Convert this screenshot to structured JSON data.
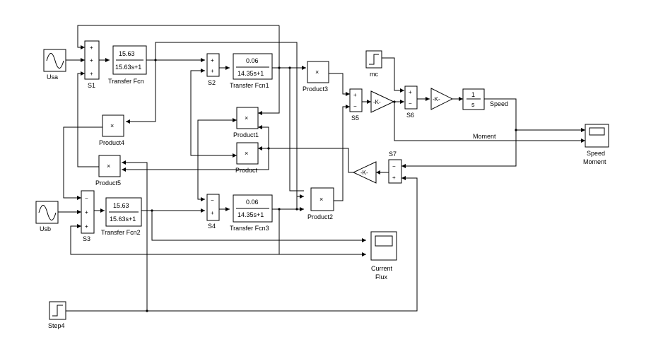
{
  "blocks": {
    "usa": "Usa",
    "usb": "Usb",
    "s1": "S1",
    "s2": "S2",
    "s3": "S3",
    "s4": "S4",
    "s5": "S5",
    "s6": "S6",
    "s7": "S7",
    "tf": "Transfer Fcn",
    "tf1": "Transfer Fcn1",
    "tf2": "Transfer Fcn2",
    "tf3": "Transfer Fcn3",
    "product": "Product",
    "product1": "Product1",
    "product2": "Product2",
    "product3": "Product3",
    "product4": "Product4",
    "product5": "Product5",
    "mc": "mc",
    "step4": "Step4",
    "speed_moment_1": "Speed",
    "speed_moment_2": "Moment",
    "current_flux_1": "Current",
    "current_flux_2": "Flux"
  },
  "transfer_functions": {
    "tf_num": "15.63",
    "tf_den": "15.63s+1",
    "tf1_num": "0.06",
    "tf1_den": "14.35s+1",
    "tf2_num": "15.63",
    "tf2_den": "15.63s+1",
    "tf3_num": "0.06",
    "tf3_den": "14.35s+1"
  },
  "gains": {
    "k1": "-K-",
    "k2": "-K-",
    "k3": "-K-"
  },
  "integrator": {
    "num": "1",
    "den": "s"
  },
  "signals": {
    "speed": "Speed",
    "moment": "Moment"
  },
  "symbols": {
    "plus": "+",
    "minus": "−",
    "times": "×"
  }
}
